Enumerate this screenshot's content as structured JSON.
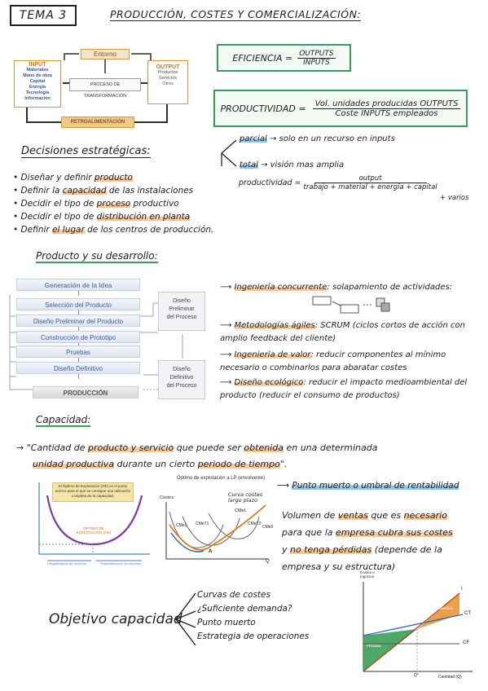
{
  "header": {
    "tema": "TEMA 3",
    "title": "PRODUCCIÓN, COSTES Y COMERCIALIZACIÓN:"
  },
  "io_diagram": {
    "entorno": "Entorno",
    "input_title": "INPUT",
    "inputs": [
      "Materiales",
      "Mano de obra",
      "Capital",
      "Energía",
      "Tecnología",
      "Información"
    ],
    "process": "PROCESO DE TRANSFORMACIÓN",
    "output_title": "OUTPUT",
    "outputs": [
      "Productos",
      "Servicios",
      "Otros"
    ],
    "feedback": "RETROALIMENTACIÓN",
    "colors": {
      "input_border": "#d79a3a",
      "input_text": "#3a4fb0",
      "output_text": "#d07a1a",
      "feedback": "#d79a3a"
    }
  },
  "efficiency": {
    "lhs": "EFICIENCIA =",
    "num": "OUTPUTS",
    "den": "INPUTS"
  },
  "productivity": {
    "lhs": "PRODUCTIVIDAD =",
    "num": "Vol. unidades producidas OUTPUTS",
    "den": "Coste INPUTS empleados",
    "parcial_label": "parcial",
    "parcial_text": "→ solo en un recurso en inputs",
    "total_label": "total",
    "total_text": "→ visión mas amplia",
    "prod_label": "productividad =",
    "prod_num": "output",
    "prod_den": "trabajo + material + energía + capital",
    "prod_den2": "+ varios"
  },
  "decisions": {
    "heading": "Decisiones estratégicas:",
    "items": [
      {
        "pre": "Diseñar y definir ",
        "hl": "producto",
        "post": ""
      },
      {
        "pre": "Definir la ",
        "hl": "capacidad",
        "post": " de las instalaciones"
      },
      {
        "pre": "Decidir el tipo de ",
        "hl": "proceso",
        "post": " productivo"
      },
      {
        "pre": "Decidir el tipo de ",
        "hl": "distribución en planta",
        "post": ""
      },
      {
        "pre": "Definir ",
        "hl": "el lugar",
        "post": " de los centros de producción."
      }
    ]
  },
  "product": {
    "heading": "Producto y su desarrollo:",
    "steps": [
      "Generación de la Idea",
      "Selección del Producto",
      "Diseño Preliminar del Producto",
      "Construcción de Prototipo",
      "Pruebas",
      "Diseño Definitivo",
      "PRODUCCIÓN"
    ],
    "side1": [
      "Diseño",
      "Preliminar",
      "del Proceso"
    ],
    "side2": [
      "Diseño",
      "Definitivo",
      "del Proceso"
    ],
    "notes": [
      {
        "hl": "Ingeniería concurrente",
        "text": ": solapamiento de actividades:"
      },
      {
        "hl": "Metodologías ágiles",
        "text": ": SCRUM (ciclos cortos de acción con amplio feedback del cliente)"
      },
      {
        "hl": "Ingeniería de valor",
        "text": ": reducir componentes al mínimo necesario o combinarlos para abaratar costes"
      },
      {
        "hl": "Diseño ecológico",
        "text": ": reducir el impacto medioambiental del producto (reducir el consumo de productos)"
      }
    ]
  },
  "capacity": {
    "heading": "Capacidad:",
    "def_pre": "\"Cantidad de ",
    "def_hl1": "producto y servicio",
    "def_mid": " que puede ser ",
    "def_hl2": "obtenida",
    "def_mid2": " en una determinada ",
    "def_hl3": "unidad productiva",
    "def_mid3": " durante un cierto ",
    "def_hl4": "periodo de tiempo",
    "def_end": "\".",
    "chart1_box": "El Óptimo de Explotación (OE) es el punto teórico para el que se consigue una utilización completa de la capacidad.",
    "chart1_center": "ÓPTIMO DE EXPLOTACIÓN (OE)",
    "chart1_left": "Infrautilización de recursos",
    "chart1_right": "Sobreutilización de recursos",
    "chart2_title": "Óptimo de explotación a LP (envolvente)",
    "chart2_ylabel": "Costes",
    "chart2_note": "Curva costes largo plazo",
    "chart2_labels": [
      "CMe1",
      "CMeT1",
      "CMeT2",
      "CMe5",
      "CMeL"
    ],
    "chart2_x": "Q",
    "chart2_a": "A",
    "breakeven_heading": "Punto muerto o umbral de rentabilidad",
    "breakeven_text_1pre": "Volumen de ",
    "breakeven_hl1": "ventas",
    "breakeven_text_1mid": " que es ",
    "breakeven_hl2": "necesario",
    "breakeven_text_2pre": "para que la ",
    "breakeven_hl3": "empresa cubra sus costes",
    "breakeven_text_3pre": "y ",
    "breakeven_hl4": "no tenga pérdidas",
    "breakeven_text_3post": " (depende de la",
    "breakeven_text_4": "empresa y su estructura)",
    "chart3_ylabel": "Costes e Ingresos",
    "chart3_xlabel": "Cantidad (Q)",
    "chart3_labels": [
      "I",
      "CT",
      "CF",
      "Beneficio",
      "Pérdidas",
      "Q*"
    ],
    "objective": "Objetivo capacidad",
    "objective_items": [
      "Curvas de costes",
      "¿Suficiente demanda?",
      "Punto muerto",
      "Estrategia de operaciones"
    ]
  }
}
